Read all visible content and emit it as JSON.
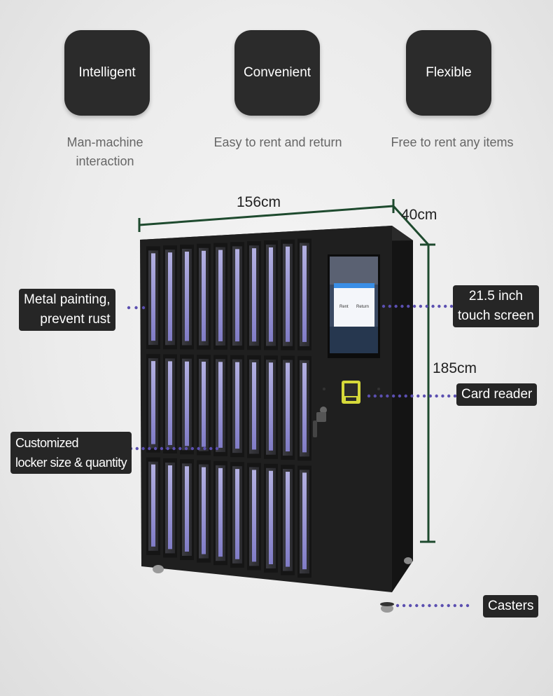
{
  "features": [
    {
      "title": "Intelligent",
      "desc_line1": "Man-machine",
      "desc_line2": "interaction"
    },
    {
      "title": "Convenient",
      "desc": "Easy to rent and return"
    },
    {
      "title": "Flexible",
      "desc": "Free to rent any items"
    }
  ],
  "dimensions": {
    "width": "156cm",
    "depth": "40cm",
    "height": "185cm"
  },
  "callouts": {
    "metal_line1": "Metal painting,",
    "metal_line2": "prevent rust",
    "screen_line1": "21.5 inch",
    "screen_line2": "touch screen",
    "card_reader": "Card reader",
    "customized_line1": "Customized",
    "customized_line2": "locker size & quantity",
    "casters": "Casters"
  },
  "screen_ui": {
    "rent": "Rent",
    "return": "Return"
  },
  "colors": {
    "tile": "#2b2b2b",
    "cabinet": "#1f1f1f",
    "dot": "#5b4fb0",
    "led": "#b9b6ff"
  }
}
